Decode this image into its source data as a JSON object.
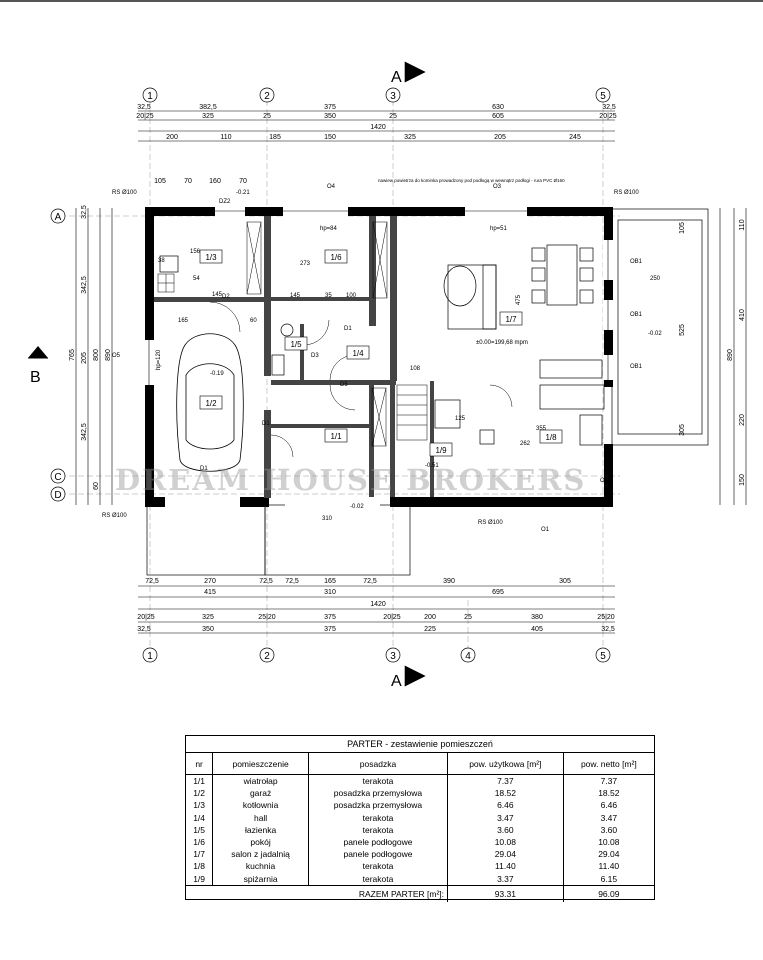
{
  "section_marks": {
    "top": "A",
    "bottom": "A",
    "side": "B"
  },
  "axes": {
    "numbers_top": [
      "1",
      "2",
      "3",
      "5"
    ],
    "numbers_bottom": [
      "1",
      "2",
      "3",
      "4",
      "5"
    ],
    "letters": [
      "A",
      "C",
      "D"
    ]
  },
  "dims_top": {
    "row1": [
      "32,5",
      "382,5",
      "375",
      "630",
      "32,5"
    ],
    "row2": [
      "20|25",
      "325",
      "25",
      "350",
      "25",
      "605",
      "20|25"
    ],
    "total": "1420",
    "row4": [
      "200",
      "110",
      "185",
      "150",
      "325",
      "205",
      "245"
    ],
    "row5": [
      "105",
      "70",
      "160",
      "70"
    ]
  },
  "dims_bottom": {
    "row1": [
      "72,5",
      "270",
      "72,5",
      "72,5",
      "165",
      "72,5",
      "390",
      "305"
    ],
    "row2": [
      "415",
      "310",
      "695"
    ],
    "total": "1420",
    "row4": [
      "20|25",
      "325",
      "25|20",
      "375",
      "20|25",
      "200",
      "25",
      "380",
      "25|20"
    ],
    "row5": [
      "32,5",
      "350",
      "375",
      "225",
      "405",
      "32,5"
    ]
  },
  "dims_left": [
    "342,5",
    "205",
    "342,5",
    "765",
    "800",
    "890",
    "32,5",
    "60"
  ],
  "dims_right": [
    "110",
    "410",
    "220",
    "150",
    "890",
    "105",
    "525",
    "305"
  ],
  "rooms_on_plan": [
    "1/1",
    "1/2",
    "1/3",
    "1/4",
    "1/5",
    "1/6",
    "1/7",
    "1/8",
    "1/9"
  ],
  "plan_labels": {
    "rs": [
      "RS Ø100",
      "RS Ø100",
      "RS Ø100",
      "RS Ø100"
    ],
    "windows": [
      "O4",
      "O3",
      "O2",
      "O5",
      "O1",
      "OB1",
      "OB1",
      "OB1"
    ],
    "doors": [
      "DZ2",
      "D2",
      "D1",
      "D3",
      "D5",
      "D1",
      "D1"
    ],
    "levels": [
      "-0.21",
      "-0.19",
      "-0.02",
      "-0.51",
      "-0.02",
      "±0.00=199,68 mpm"
    ],
    "hp": [
      "hp=84",
      "hp=51",
      "hp=120"
    ],
    "room_dims": [
      "273",
      "156",
      "145",
      "165",
      "310",
      "355",
      "262",
      "475",
      "250",
      "108",
      "125",
      "145",
      "35",
      "100",
      "60",
      "54",
      "38"
    ],
    "note": "nawiew powietrza do kominka prowadzony pod podłogą w wewnątrz podłogi - rura PVC Ø160"
  },
  "watermark": "DREAM HOUSE BROKERS",
  "table": {
    "caption": "PARTER - zestawienie pomieszczeń",
    "headers": [
      "nr",
      "pomieszczenie",
      "posadzka",
      "pow. użytkowa [m²]",
      "pow. netto [m²]"
    ],
    "rows": [
      [
        "1/1",
        "wiatrołap",
        "terakota",
        "7.37",
        "7.37"
      ],
      [
        "1/2",
        "garaż",
        "posadzka przemysłowa",
        "18.52",
        "18.52"
      ],
      [
        "1/3",
        "kotłownia",
        "posadzka przemysłowa",
        "6.46",
        "6.46"
      ],
      [
        "1/4",
        "hall",
        "terakota",
        "3.47",
        "3.47"
      ],
      [
        "1/5",
        "łazienka",
        "terakota",
        "3.60",
        "3.60"
      ],
      [
        "1/6",
        "pokój",
        "panele podłogowe",
        "10.08",
        "10.08"
      ],
      [
        "1/7",
        "salon z jadalnią",
        "panele podłogowe",
        "29.04",
        "29.04"
      ],
      [
        "1/8",
        "kuchnia",
        "terakota",
        "11.40",
        "11.40"
      ],
      [
        "1/9",
        "spiżarnia",
        "terakota",
        "3.37",
        "6.15"
      ]
    ],
    "total_label": "RAZEM PARTER [m²]:",
    "total_usable": "93.31",
    "total_net": "96.09"
  }
}
